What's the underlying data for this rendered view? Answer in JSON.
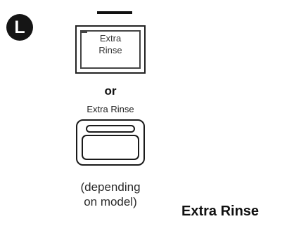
{
  "step": {
    "badge": "L"
  },
  "membrane_button": {
    "label_line1": "Extra",
    "label_line2": "Rinse"
  },
  "separator": "or",
  "push_button": {
    "label": "Extra Rinse"
  },
  "note": {
    "line1": "(depending",
    "line2": "on model)"
  },
  "caption": "Extra Rinse"
}
